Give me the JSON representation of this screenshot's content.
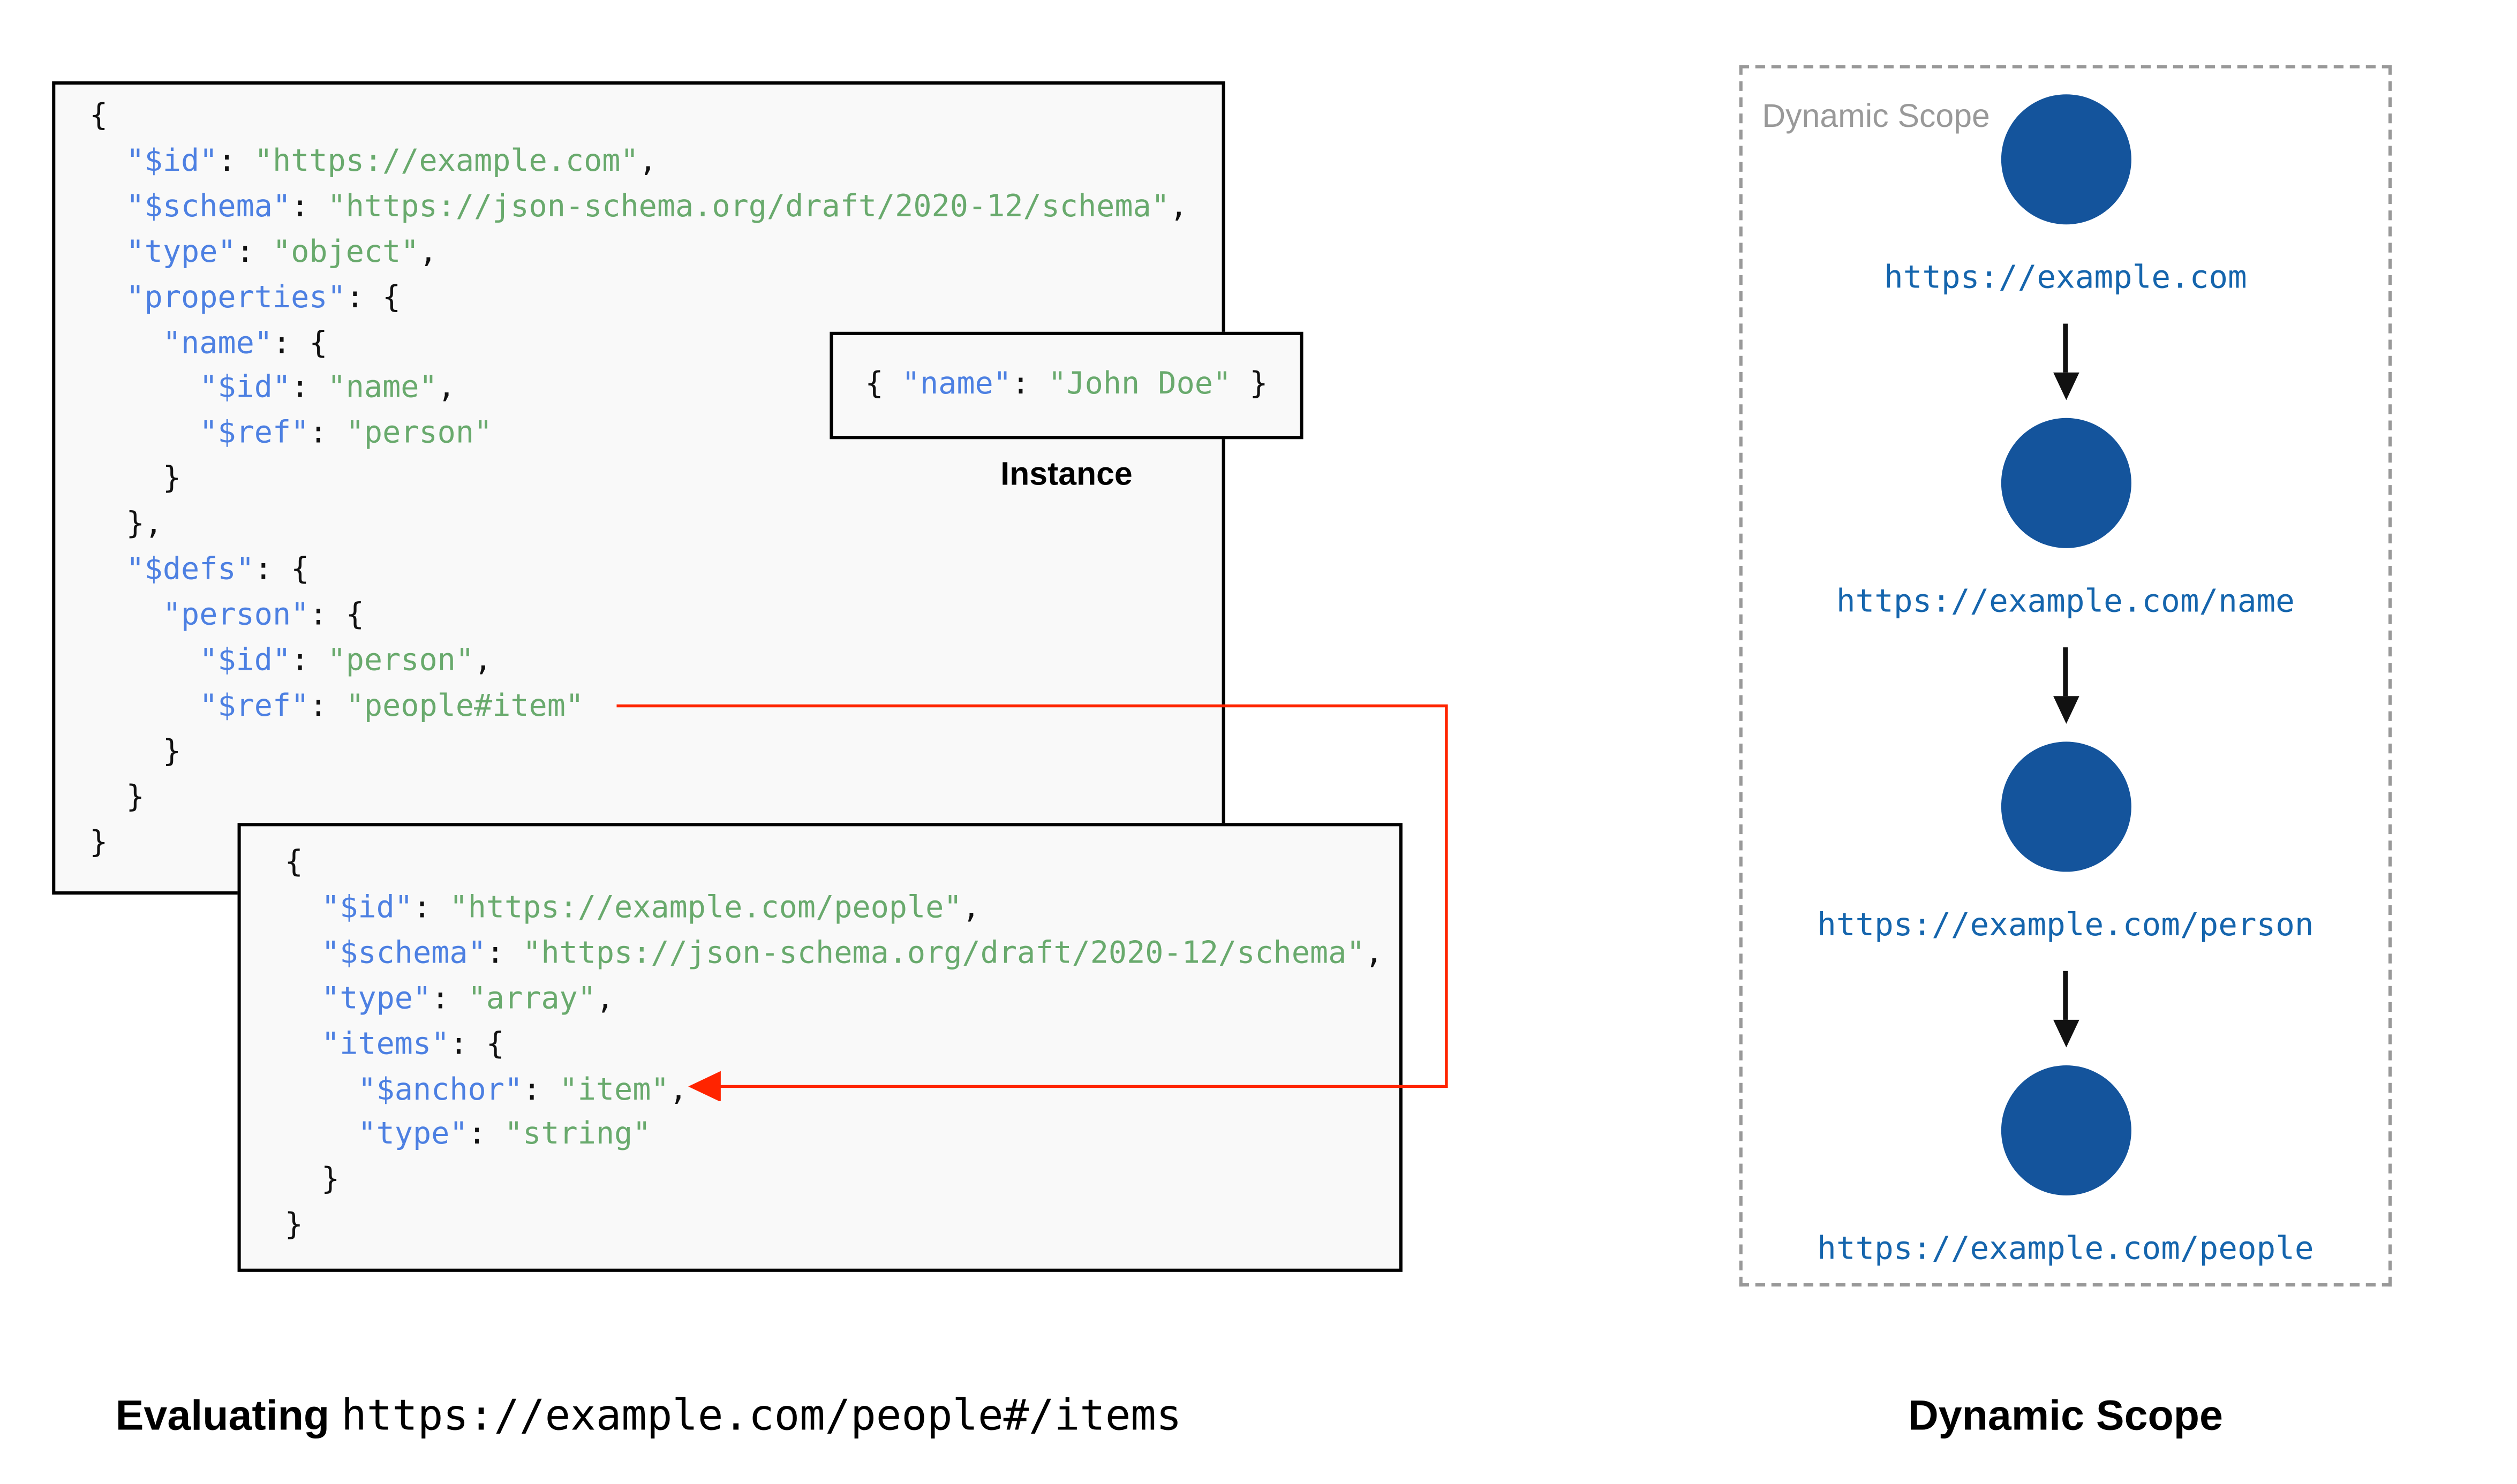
{
  "colors": {
    "key_blue": "#4D80E2",
    "string_green": "#69AA6D",
    "code_black": "#111111",
    "arrow_red": "#FF2400",
    "node_blue": "#14549C",
    "url_blue": "#1565AD",
    "muted_gray": "#999999",
    "box_bg": "#F9F9F9",
    "border_black": "#000000"
  },
  "root_schema_box": {
    "code_lines": [
      "{",
      "  \"$id\": \"https://example.com\",",
      "  \"$schema\": \"https://json-schema.org/draft/2020-12/schema\",",
      "  \"type\": \"object\",",
      "  \"properties\": {",
      "    \"name\": {",
      "      \"$id\": \"name\",",
      "      \"$ref\": \"person\"",
      "    }",
      "  },",
      "  \"$defs\": {",
      "    \"person\": {",
      "      \"$id\": \"person\",",
      "      \"$ref\": \"people#item\"",
      "    }",
      "  }",
      "}"
    ]
  },
  "people_schema_box": {
    "code_lines": [
      "{",
      "  \"$id\": \"https://example.com/people\",",
      "  \"$schema\": \"https://json-schema.org/draft/2020-12/schema\",",
      "  \"type\": \"array\",",
      "  \"items\": {",
      "    \"$anchor\": \"item\",",
      "    \"type\": \"string\"",
      "  }",
      "}"
    ]
  },
  "instance_box": {
    "code_lines": [
      "{ \"name\": \"John Doe\" }"
    ],
    "label": "Instance"
  },
  "dynamic_scope_panel": {
    "watermark": "Dynamic Scope",
    "nodes": [
      {
        "url": "https://example.com"
      },
      {
        "url": "https://example.com/name"
      },
      {
        "url": "https://example.com/person"
      },
      {
        "url": "https://example.com/people"
      }
    ]
  },
  "captions": {
    "evaluating_label": "Evaluating",
    "evaluating_target": "https://example.com/people#/items",
    "dynamic_scope_title": "Dynamic Scope"
  }
}
